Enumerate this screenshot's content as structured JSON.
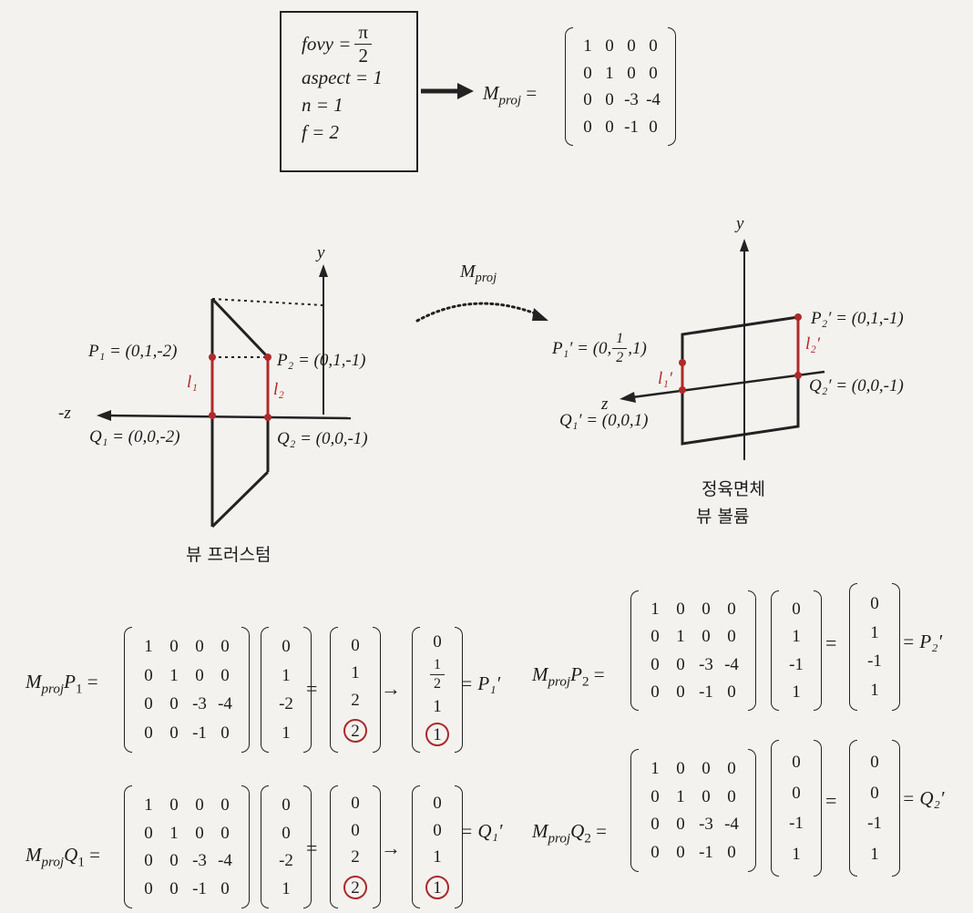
{
  "params": {
    "fovy_lhs": "fovy =",
    "fovy_num": "π",
    "fovy_den": "2",
    "aspect": "aspect = 1",
    "n": "n = 1",
    "f": "f = 2"
  },
  "mproj_top": {
    "label_main": "M",
    "label_sub": "proj",
    "eq": "=",
    "matrix": [
      [
        "1",
        "0",
        "0",
        "0"
      ],
      [
        "0",
        "1",
        "0",
        "0"
      ],
      [
        "0",
        "0",
        "-3",
        "-4"
      ],
      [
        "0",
        "0",
        "-1",
        "0"
      ]
    ]
  },
  "left_diagram": {
    "axis_y": "y",
    "axis_z": "-z",
    "p1": "P₁ = (0,1,-2)",
    "p2": "P₂ = (0,1,-1)",
    "q1": "Q₁ = (0,0,-2)",
    "q2": "Q₂ = (0,0,-1)",
    "l1": "l₁",
    "l2": "l₂",
    "caption": "뷰 프러스텀"
  },
  "transform_label": {
    "main": "M",
    "sub": "proj"
  },
  "right_diagram": {
    "axis_y": "y",
    "axis_z": "z",
    "p1_pre": "P₁′ = (0,",
    "p1_num": "1",
    "p1_den": "2",
    "p1_post": ",1)",
    "p2": "P₂′ = (0,1,-1)",
    "q1": "Q₁′ = (0,0,1)",
    "q2": "Q₂′ = (0,0,-1)",
    "l1": "l₁′",
    "l2": "l₂′",
    "caption_line1": "정육면체",
    "caption_line2": "뷰 볼륨"
  },
  "equations": {
    "mp1": {
      "lhs_main": "M",
      "lhs_sub": "proj",
      "lhs_var": "P",
      "lhs_idx": "1",
      "eq": "=",
      "mat": [
        [
          "1",
          "0",
          "0",
          "0"
        ],
        [
          "0",
          "1",
          "0",
          "0"
        ],
        [
          "0",
          "0",
          "-3",
          "-4"
        ],
        [
          "0",
          "0",
          "-1",
          "0"
        ]
      ],
      "vec": [
        "0",
        "1",
        "-2",
        "1"
      ],
      "res": [
        "0",
        "1",
        "2",
        "2"
      ],
      "arrow": "→",
      "ndc": [
        "0",
        "1/2",
        "1",
        "1"
      ],
      "rhs": "= P₁′"
    },
    "mq1": {
      "lhs_main": "M",
      "lhs_sub": "proj",
      "lhs_var": "Q",
      "lhs_idx": "1",
      "eq": "=",
      "mat": [
        [
          "1",
          "0",
          "0",
          "0"
        ],
        [
          "0",
          "1",
          "0",
          "0"
        ],
        [
          "0",
          "0",
          "-3",
          "-4"
        ],
        [
          "0",
          "0",
          "-1",
          "0"
        ]
      ],
      "vec": [
        "0",
        "0",
        "-2",
        "1"
      ],
      "res": [
        "0",
        "0",
        "2",
        "2"
      ],
      "arrow": "→",
      "ndc": [
        "0",
        "0",
        "1",
        "1"
      ],
      "rhs": "= Q₁′"
    },
    "mp2": {
      "lhs_main": "M",
      "lhs_sub": "proj",
      "lhs_var": "P",
      "lhs_idx": "2",
      "eq": "=",
      "mat": [
        [
          "1",
          "0",
          "0",
          "0"
        ],
        [
          "0",
          "1",
          "0",
          "0"
        ],
        [
          "0",
          "0",
          "-3",
          "-4"
        ],
        [
          "0",
          "0",
          "-1",
          "0"
        ]
      ],
      "vec": [
        "0",
        "1",
        "-1",
        "1"
      ],
      "res": [
        "0",
        "1",
        "-1",
        "1"
      ],
      "rhs": "= P₂′"
    },
    "mq2": {
      "lhs_main": "M",
      "lhs_sub": "proj",
      "lhs_var": "Q",
      "lhs_idx": "2",
      "eq": "=",
      "mat": [
        [
          "1",
          "0",
          "0",
          "0"
        ],
        [
          "0",
          "1",
          "0",
          "0"
        ],
        [
          "0",
          "0",
          "-3",
          "-4"
        ],
        [
          "0",
          "0",
          "-1",
          "0"
        ]
      ],
      "vec": [
        "0",
        "0",
        "-1",
        "1"
      ],
      "res": [
        "0",
        "0",
        "-1",
        "1"
      ],
      "rhs": "= Q₂′"
    }
  },
  "colors": {
    "ink": "#1c1c1c",
    "highlight": "#b02a2a"
  }
}
